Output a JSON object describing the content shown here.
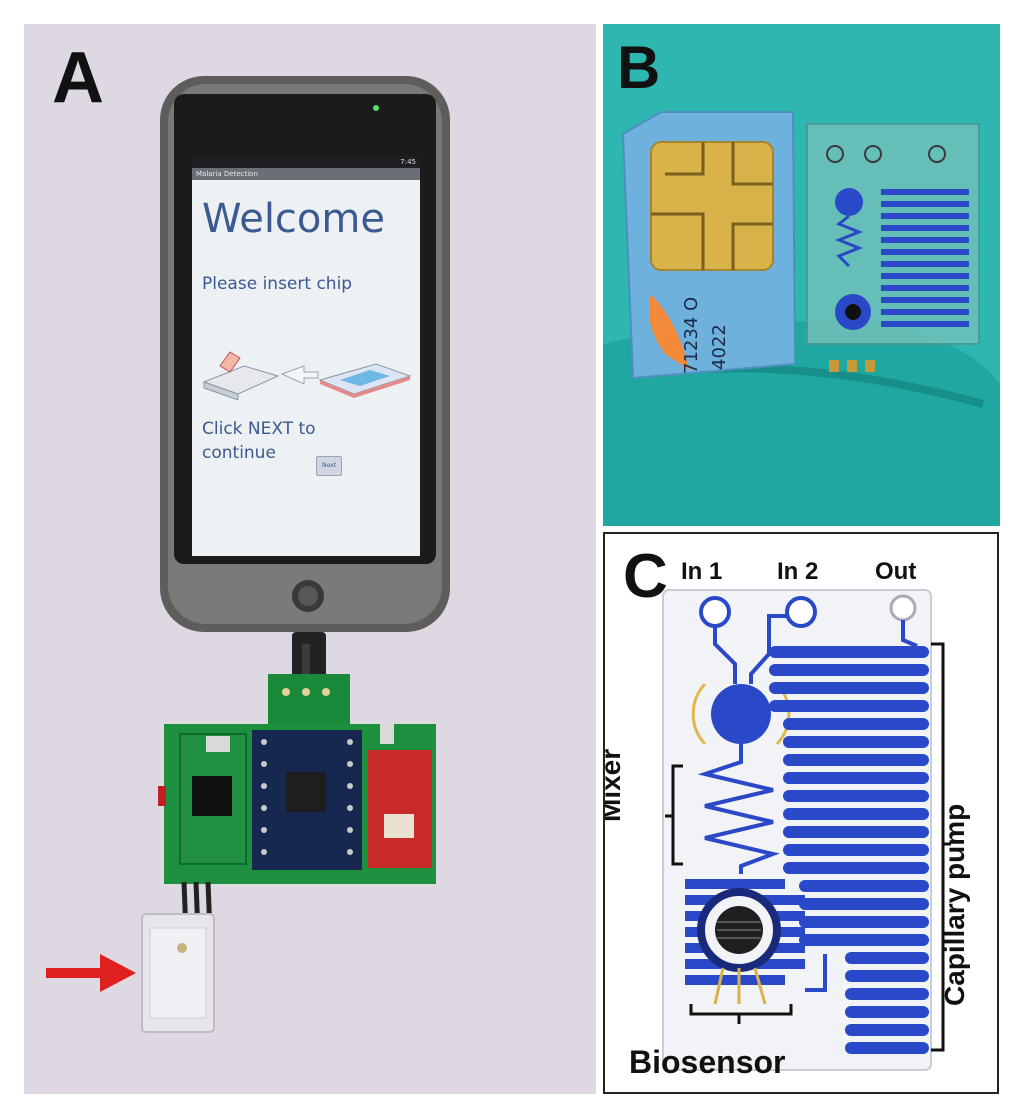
{
  "panels": {
    "a": {
      "letter": "A",
      "screen": {
        "title": "Malaria Detection",
        "clock": "7:45",
        "welcome": "Welcome",
        "instruction": "Please insert chip",
        "continue": "Click NEXT to continue",
        "next_button": "Next"
      }
    },
    "b": {
      "letter": "B",
      "sim_text_1": "71234 O",
      "sim_text_2": "4022"
    },
    "c": {
      "letter": "C",
      "labels": {
        "in1": "In 1",
        "in2": "In 2",
        "out": "Out",
        "mixer": "Mixer",
        "biosensor": "Biosensor",
        "capillary_pump": "Capillary pump"
      }
    }
  },
  "colors": {
    "channel_blue": "#2a49c8",
    "teal_background": "#2eb6b1",
    "arrow_red": "#e02020"
  }
}
